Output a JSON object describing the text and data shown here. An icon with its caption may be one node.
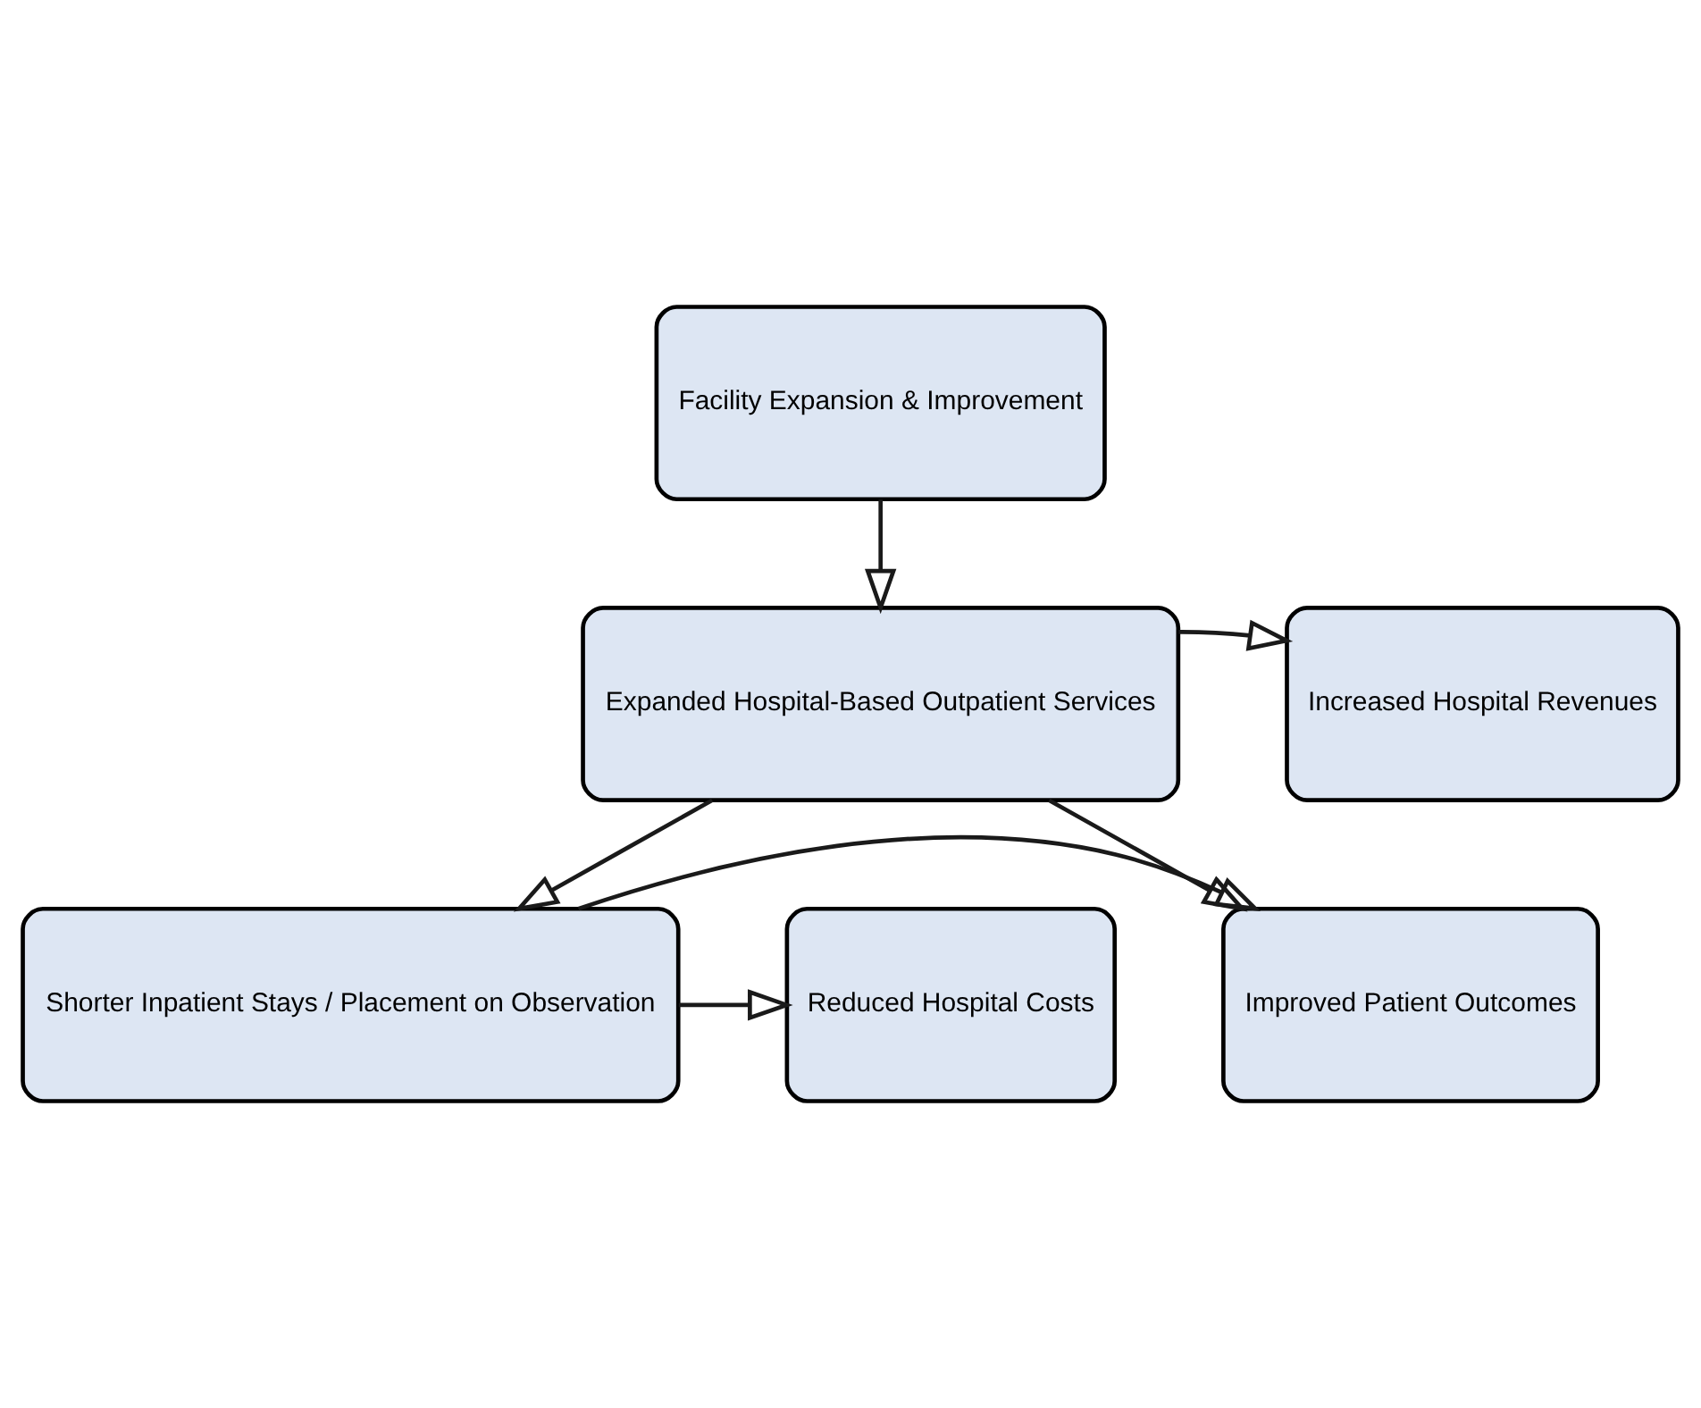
{
  "diagram": {
    "nodes": [
      {
        "text": [
          "Facility Expansion & Improvement"
        ]
      },
      {
        "text": [
          "Expanded Hospital-Based Outpatient Services"
        ]
      },
      {
        "text": [
          "Increased Hospital Revenues"
        ]
      },
      {
        "text": [
          "Improved Patient Outcomes"
        ]
      },
      {
        "text": [
          "Shorter Inpatient Stays / Placement on Observation"
        ]
      },
      {
        "text": [
          "Reduced Hospital Costs"
        ]
      }
    ],
    "edges": [
      {
        "from": 0,
        "to": 1,
        "arrow": "to"
      },
      {
        "from": 1,
        "to": 2,
        "arrow": "to"
      },
      {
        "from": 1,
        "to": 3,
        "arrow": "to"
      },
      {
        "from": 1,
        "to": 4,
        "arrow": "to"
      },
      {
        "from": 4,
        "to": 3,
        "arrow": "to"
      },
      {
        "from": 4,
        "to": 5,
        "arrow": "to"
      }
    ]
  }
}
